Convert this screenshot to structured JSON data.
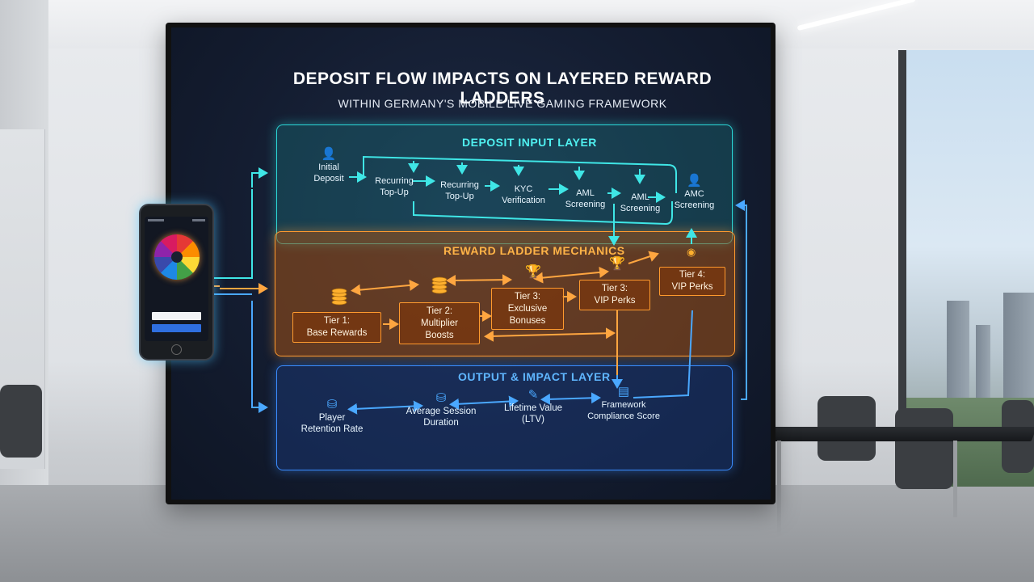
{
  "diagram": {
    "title": "DEPOSIT FLOW IMPACTS ON LAYERED REWARD LADDERS",
    "subtitle": "WITHIN GERMANY'S MOBILE LIVE GAMING FRAMEWORK",
    "input_layer": {
      "label": "DEPOSIT INPUT LAYER",
      "nodes": [
        {
          "line1": "Initial",
          "line2": "Deposit",
          "icon": "user-icon"
        },
        {
          "line1": "Recurring",
          "line2": "Top-Up"
        },
        {
          "line1": "Recurring",
          "line2": "Top-Up"
        },
        {
          "line1": "KYC",
          "line2": "Verification"
        },
        {
          "line1": "AML",
          "line2": "Screening"
        },
        {
          "line1": "AML",
          "line2": "Screening"
        },
        {
          "line1": "AMC",
          "line2": "Screening",
          "icon": "user-check-icon"
        }
      ]
    },
    "reward_layer": {
      "label": "REWARD LADDER MECHANICS",
      "tiers": [
        {
          "line1": "Tier 1:",
          "line2": "Base Rewards"
        },
        {
          "line1": "Tier 2:",
          "line2": "Multiplier",
          "line3": "Boosts"
        },
        {
          "line1": "Tier 3:",
          "line2": "Exclusive",
          "line3": "Bonuses"
        },
        {
          "line1": "Tier 3:",
          "line2": "VIP Perks"
        },
        {
          "line1": "Tier 4:",
          "line2": "VIP Perks"
        }
      ]
    },
    "output_layer": {
      "label": "OUTPUT & IMPACT LAYER",
      "nodes": [
        {
          "line1": "Player",
          "line2": "Retention Rate",
          "icon": "coin-stack-icon"
        },
        {
          "line1": "Average Session",
          "line2": "Duration",
          "icon": "coin-stack-icon"
        },
        {
          "line1": "Lifetime Value",
          "line2": "(LTV)",
          "icon": "tag-icon"
        },
        {
          "line1": "Framework",
          "line2": "Compliance Score",
          "icon": "document-icon"
        }
      ]
    }
  },
  "colors": {
    "input": "#2bd7d7",
    "reward": "#ff9a2e",
    "output": "#3a8cff",
    "screen_bg": "#141d31"
  }
}
